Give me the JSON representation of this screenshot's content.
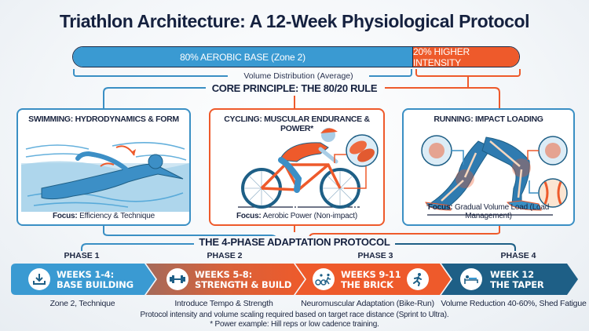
{
  "title": "Triathlon Architecture: A 12-Week Physiological Protocol",
  "volume_bar": {
    "aerobic_label": "80% AEROBIC BASE (Zone 2)",
    "intensity_label": "20% HIGHER INTENSITY",
    "aerobic_pct": 80,
    "intensity_pct": 20,
    "caption": "Volume Distribution (Average)",
    "colors": {
      "aerobic": "#3a9ad2",
      "intensity": "#ee5a2b"
    }
  },
  "core_principle": "CORE PRINCIPLE: THE 80/20 RULE",
  "disciplines": [
    {
      "title": "SWIMMING: HYDRODYNAMICS & FORM",
      "focus_label": "Focus:",
      "focus_value": "Efficiency & Technique",
      "icon": "swimmer-icon",
      "border_color": "#3a8fc4"
    },
    {
      "title": "CYCLING: MUSCULAR ENDURANCE & POWER*",
      "focus_label": "Focus:",
      "focus_value": "Aerobic Power (Non-impact)",
      "icon": "cyclist-icon",
      "border_color": "#ee5a2b"
    },
    {
      "title": "RUNNING: IMPACT LOADING",
      "focus_label": "Focus:",
      "focus_value": "Gradual Volume Load (Load Management)",
      "icon": "runner-legs-icon",
      "border_color": "#3a8fc4"
    }
  ],
  "protocol": {
    "title": "THE 4-PHASE ADAPTATION PROTOCOL",
    "phases": [
      {
        "label": "PHASE 1",
        "line1": "WEEKS 1-4:",
        "line2": "BASE BUILDING",
        "desc": "Zone 2, Technique",
        "icon": "download-tray-icon",
        "color": "#3a9ad2"
      },
      {
        "label": "PHASE 2",
        "line1": "WEEKS 5-8:",
        "line2": "STRENGTH & BUILD",
        "desc": "Introduce Tempo & Strength",
        "icon": "dumbbell-icon",
        "color": "#ee5a2b"
      },
      {
        "label": "PHASE 3",
        "line1": "WEEKS 9-11",
        "line2": "THE BRICK",
        "desc": "Neuromuscular Adaptation (Bike-Run)",
        "icon": "bike-run-icon",
        "color": "#ee5a2b"
      },
      {
        "label": "PHASE 4",
        "line1": "WEEK 12",
        "line2": "THE TAPER",
        "desc": "Volume Reduction 40-60%, Shed Fatigue",
        "icon": "resting-bed-icon",
        "color": "#1e5f86"
      }
    ]
  },
  "footnotes": [
    "Protocol intensity and volume scaling required based on target race distance (Sprint to Ultra).",
    "* Power example: Hill reps or low cadence training."
  ]
}
